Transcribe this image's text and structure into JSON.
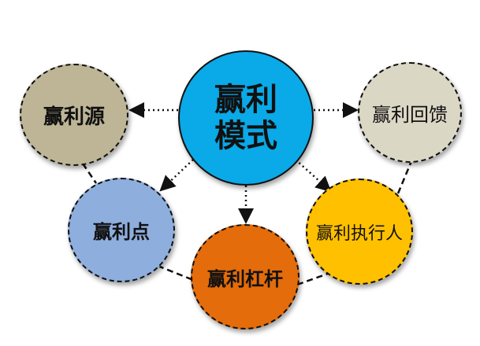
{
  "center": {
    "line1": "赢利",
    "line2": "模式",
    "color": "#0AA9E8"
  },
  "nodes": {
    "yuan": {
      "label": "赢利源",
      "color": "#BDB596"
    },
    "huikui": {
      "label": "赢利回馈",
      "color": "#DBD7C5"
    },
    "dian": {
      "label": "赢利点",
      "color": "#8EAEDD"
    },
    "ganggan": {
      "label": "赢利杠杆",
      "color": "#E46C0A"
    },
    "zhixing": {
      "label": "赢利执行人",
      "color": "#FFC000"
    }
  }
}
